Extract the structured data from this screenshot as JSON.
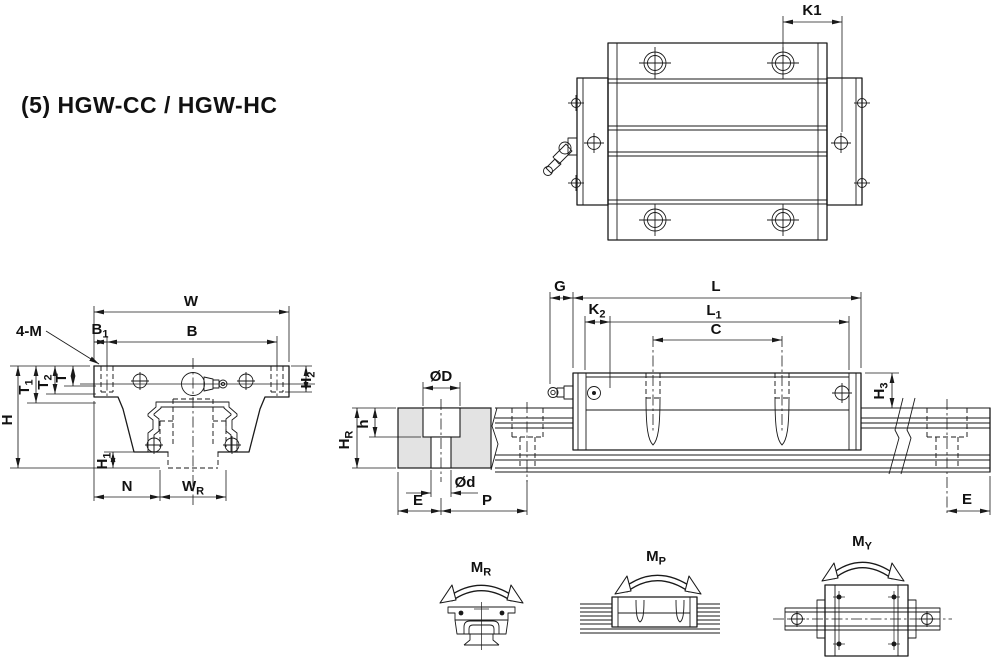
{
  "title": "(5) HGW-CC / HGW-HC",
  "colors": {
    "ink": "#1a1a1a",
    "rail_fill": "#e3e3e3",
    "background": "#ffffff"
  },
  "labels": {
    "top": {
      "k1": {
        "main": "K1",
        "sub": ""
      }
    },
    "front": {
      "w": {
        "main": "W",
        "sub": ""
      },
      "b1": {
        "main": "B",
        "sub": "1"
      },
      "b": {
        "main": "B",
        "sub": ""
      },
      "four_m": {
        "main": "4-M",
        "sub": ""
      },
      "t1": {
        "main": "T",
        "sub": "1"
      },
      "t2": {
        "main": "T",
        "sub": "2"
      },
      "t": {
        "main": "T",
        "sub": ""
      },
      "h": {
        "main": "H",
        "sub": ""
      },
      "h1": {
        "main": "H",
        "sub": "1"
      },
      "h2": {
        "main": "H",
        "sub": "2"
      },
      "n": {
        "main": "N",
        "sub": ""
      },
      "wr": {
        "main": "W",
        "sub": "R"
      }
    },
    "side": {
      "g": {
        "main": "G",
        "sub": ""
      },
      "k2": {
        "main": "K",
        "sub": "2"
      },
      "l": {
        "main": "L",
        "sub": ""
      },
      "l1": {
        "main": "L",
        "sub": "1"
      },
      "c": {
        "main": "C",
        "sub": ""
      },
      "h3": {
        "main": "H",
        "sub": "3"
      },
      "dia_d_upper": {
        "main": "ØD",
        "sub": ""
      },
      "dia_d_lower": {
        "main": "Ød",
        "sub": ""
      },
      "h_depth": {
        "main": "h",
        "sub": ""
      },
      "hr": {
        "main": "H",
        "sub": "R"
      },
      "e_left": {
        "main": "E",
        "sub": ""
      },
      "p": {
        "main": "P",
        "sub": ""
      },
      "e_right": {
        "main": "E",
        "sub": ""
      }
    },
    "moments": {
      "mr": {
        "main": "M",
        "sub": "R"
      },
      "mp": {
        "main": "M",
        "sub": "P"
      },
      "my": {
        "main": "M",
        "sub": "Y"
      }
    }
  }
}
